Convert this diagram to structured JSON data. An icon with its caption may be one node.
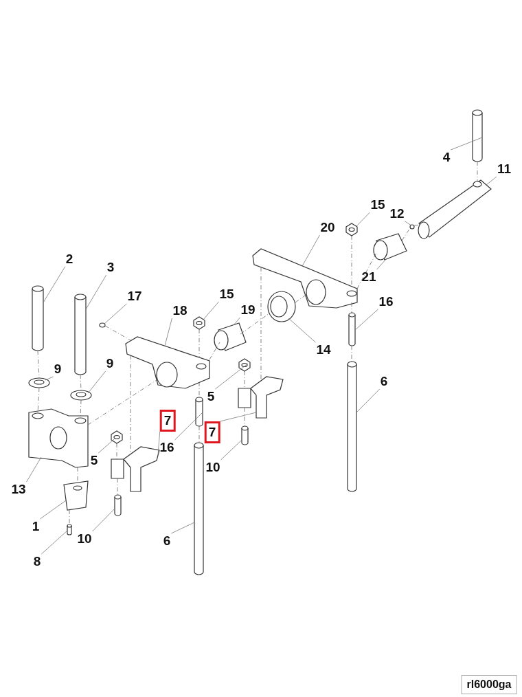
{
  "diagram": {
    "nodes": [
      {
        "text": [
          "2"
        ]
      },
      {
        "text": [
          "3"
        ]
      },
      {
        "text": [
          "17"
        ]
      },
      {
        "text": [
          "18"
        ]
      },
      {
        "text": [
          "15"
        ]
      },
      {
        "text": [
          "19"
        ]
      },
      {
        "text": [
          "20"
        ]
      },
      {
        "text": [
          "15"
        ]
      },
      {
        "text": [
          "12"
        ]
      },
      {
        "text": [
          "4"
        ]
      },
      {
        "text": [
          "11"
        ]
      },
      {
        "text": [
          "21"
        ]
      },
      {
        "text": [
          "16"
        ]
      },
      {
        "text": [
          "14"
        ]
      },
      {
        "text": [
          "6"
        ]
      },
      {
        "text": [
          "9"
        ]
      },
      {
        "text": [
          "9"
        ]
      },
      {
        "text": [
          "13"
        ]
      },
      {
        "text": [
          "5"
        ]
      },
      {
        "text": [
          "7"
        ]
      },
      {
        "text": [
          "16"
        ]
      },
      {
        "text": [
          "7"
        ]
      },
      {
        "text": [
          "5"
        ]
      },
      {
        "text": [
          "10"
        ]
      },
      {
        "text": [
          "1"
        ]
      },
      {
        "text": [
          "10"
        ]
      },
      {
        "text": [
          "8"
        ]
      },
      {
        "text": [
          "6"
        ]
      },
      {
        "text": [
          "rl6000ga"
        ]
      },
      {
        "text": [],
        "shape": "cylinder"
      },
      {
        "text": [],
        "shape": "cylinder"
      },
      {
        "text": [],
        "shape": "circle"
      },
      {
        "text": [],
        "shape": "picture"
      },
      {
        "text": [],
        "shape": "picture"
      },
      {
        "text": [],
        "shape": "picture"
      },
      {
        "text": [],
        "shape": "picture"
      },
      {
        "text": [],
        "shape": "picture"
      },
      {
        "text": [],
        "shape": "circle"
      },
      {
        "text": [],
        "shape": "cylinder"
      },
      {
        "text": [],
        "shape": "picture"
      },
      {
        "text": [],
        "shape": "picture"
      },
      {
        "text": [],
        "shape": "cylinder"
      },
      {
        "text": [],
        "shape": "picture"
      },
      {
        "text": [],
        "shape": "cylinder"
      },
      {
        "text": [],
        "shape": "picture"
      },
      {
        "text": [],
        "shape": "picture"
      },
      {
        "text": [],
        "shape": "picture"
      },
      {
        "text": [],
        "shape": "picture"
      },
      {
        "text": [],
        "shape": "picture"
      },
      {
        "text": [],
        "shape": "cylinder"
      },
      {
        "text": [],
        "shape": "picture"
      },
      {
        "text": [],
        "shape": "picture"
      },
      {
        "text": [],
        "shape": "cylinder"
      },
      {
        "text": [],
        "shape": "picture"
      },
      {
        "text": [],
        "shape": "cylinder"
      },
      {
        "text": [],
        "shape": "cylinder"
      },
      {
        "text": [],
        "shape": "cylinder"
      }
    ],
    "edges": [
      {
        "from": 0,
        "to": 29,
        "arrow": "none"
      },
      {
        "from": 1,
        "to": 30,
        "arrow": "none"
      },
      {
        "from": 2,
        "to": 31,
        "arrow": "none"
      },
      {
        "from": 3,
        "to": 32,
        "arrow": "none"
      },
      {
        "from": 4,
        "to": 33,
        "arrow": "none"
      },
      {
        "from": 5,
        "to": 34,
        "arrow": "none"
      },
      {
        "from": 6,
        "to": 35,
        "arrow": "none"
      },
      {
        "from": 7,
        "to": 36,
        "arrow": "none"
      },
      {
        "from": 8,
        "to": 37,
        "arrow": "none"
      },
      {
        "from": 9,
        "to": 38,
        "arrow": "none"
      },
      {
        "from": 10,
        "to": 39,
        "arrow": "none"
      },
      {
        "from": 11,
        "to": 40,
        "arrow": "none"
      },
      {
        "from": 12,
        "to": 41,
        "arrow": "none"
      },
      {
        "from": 13,
        "to": 42,
        "arrow": "none"
      },
      {
        "from": 14,
        "to": 43,
        "arrow": "none"
      },
      {
        "from": 15,
        "to": 44,
        "arrow": "none"
      },
      {
        "from": 16,
        "to": 45,
        "arrow": "none"
      },
      {
        "from": 17,
        "to": 46,
        "arrow": "none"
      },
      {
        "from": 18,
        "to": 47,
        "arrow": "none"
      },
      {
        "from": 19,
        "to": 48,
        "arrow": "none"
      },
      {
        "from": 20,
        "to": 49,
        "arrow": "none"
      },
      {
        "from": 21,
        "to": 50,
        "arrow": "none"
      },
      {
        "from": 22,
        "to": 51,
        "arrow": "none"
      },
      {
        "from": 23,
        "to": 52,
        "arrow": "none"
      },
      {
        "from": 24,
        "to": 53,
        "arrow": "none"
      },
      {
        "from": 25,
        "to": 54,
        "arrow": "none"
      },
      {
        "from": 26,
        "to": 55,
        "arrow": "none"
      },
      {
        "from": 27,
        "to": 56,
        "arrow": "none"
      },
      {
        "from": 29,
        "to": 44,
        "arrow": "none",
        "style": "dashed"
      },
      {
        "from": 44,
        "to": 46,
        "arrow": "none",
        "style": "dashed"
      },
      {
        "from": 30,
        "to": 45,
        "arrow": "none",
        "style": "dashed"
      },
      {
        "from": 45,
        "to": 46,
        "arrow": "none",
        "style": "dashed"
      },
      {
        "from": 31,
        "to": 32,
        "arrow": "none",
        "style": "dashed"
      },
      {
        "from": 32,
        "to": 34,
        "arrow": "none",
        "style": "dashed"
      },
      {
        "from": 34,
        "to": 42,
        "arrow": "none",
        "style": "dashed"
      },
      {
        "from": 42,
        "to": 35,
        "arrow": "none",
        "style": "dashed"
      },
      {
        "from": 35,
        "to": 40,
        "arrow": "none",
        "style": "dashed"
      },
      {
        "from": 40,
        "to": 37,
        "arrow": "none",
        "style": "dashed"
      },
      {
        "from": 37,
        "to": 39,
        "arrow": "none",
        "style": "dashed"
      },
      {
        "from": 46,
        "to": 32,
        "arrow": "none",
        "style": "dashed"
      },
      {
        "from": 46,
        "to": 53,
        "arrow": "none",
        "style": "dashed"
      },
      {
        "from": 53,
        "to": 55,
        "arrow": "none",
        "style": "dashed"
      },
      {
        "from": 32,
        "to": 48,
        "arrow": "none",
        "style": "dashed"
      },
      {
        "from": 33,
        "to": 32,
        "arrow": "none",
        "style": "dashed"
      },
      {
        "from": 32,
        "to": 49,
        "arrow": "none",
        "style": "dashed"
      },
      {
        "from": 49,
        "to": 56,
        "arrow": "none",
        "style": "dashed"
      },
      {
        "from": 51,
        "to": 48,
        "arrow": "none",
        "style": "dashed"
      },
      {
        "from": 48,
        "to": 54,
        "arrow": "none",
        "style": "dashed"
      },
      {
        "from": 47,
        "to": 50,
        "arrow": "none",
        "style": "dashed"
      },
      {
        "from": 50,
        "to": 52,
        "arrow": "none",
        "style": "dashed"
      },
      {
        "from": 35,
        "to": 50,
        "arrow": "none",
        "style": "dashed"
      },
      {
        "from": 36,
        "to": 35,
        "arrow": "none",
        "style": "dashed"
      },
      {
        "from": 35,
        "to": 41,
        "arrow": "none",
        "style": "dashed"
      },
      {
        "from": 41,
        "to": 43,
        "arrow": "none",
        "style": "dashed"
      },
      {
        "from": 38,
        "to": 39,
        "arrow": "none",
        "style": "dashed"
      }
    ]
  }
}
